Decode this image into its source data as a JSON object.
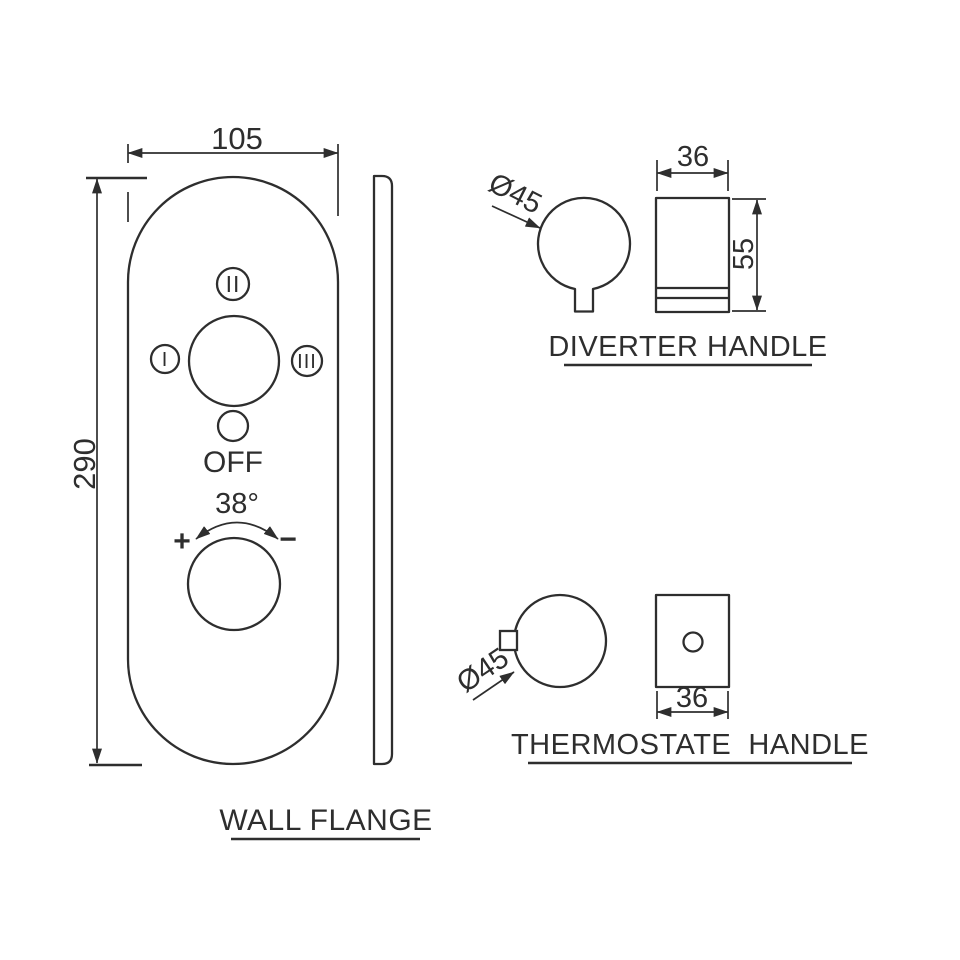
{
  "colors": {
    "line": "#2e2e2e",
    "background": "#ffffff"
  },
  "wall_flange": {
    "label": "WALL FLANGE",
    "width_dim": "105",
    "height_dim": "290",
    "positions": {
      "one": "I",
      "two": "II",
      "three": "III"
    },
    "off_label": "OFF",
    "temp_angle": "38°",
    "plus": "+",
    "minus": "−"
  },
  "diverter_handle": {
    "label": "DIVERTER HANDLE",
    "diameter": "Ø45",
    "width_dim": "36",
    "height_dim": "55"
  },
  "thermostate_handle": {
    "label": "THERMOSTATE  HANDLE",
    "diameter": "Ø45",
    "width_dim": "36"
  }
}
